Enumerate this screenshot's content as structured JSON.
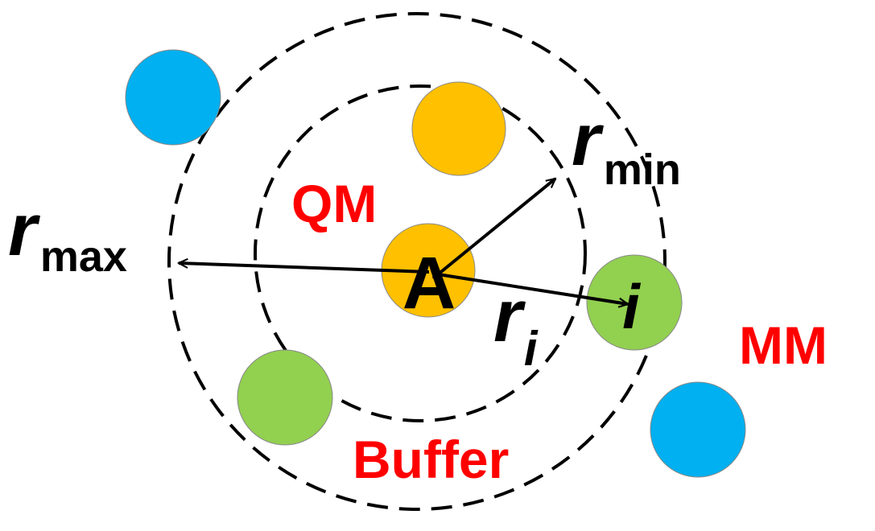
{
  "labels": {
    "qm": "QM",
    "mm": "MM",
    "buffer": "Buffer",
    "center_atom": "A",
    "atom_i": "i",
    "r_symbol": "r",
    "r_max_sub": "max",
    "r_min_sub": "min",
    "r_i_sub": "i"
  },
  "colors": {
    "qm_atom": "#ffc000",
    "buffer_atom": "#92d050",
    "mm_atom": "#00b0f0",
    "region_label": "#ff0000",
    "text": "#000000",
    "boundary": "#000000"
  }
}
